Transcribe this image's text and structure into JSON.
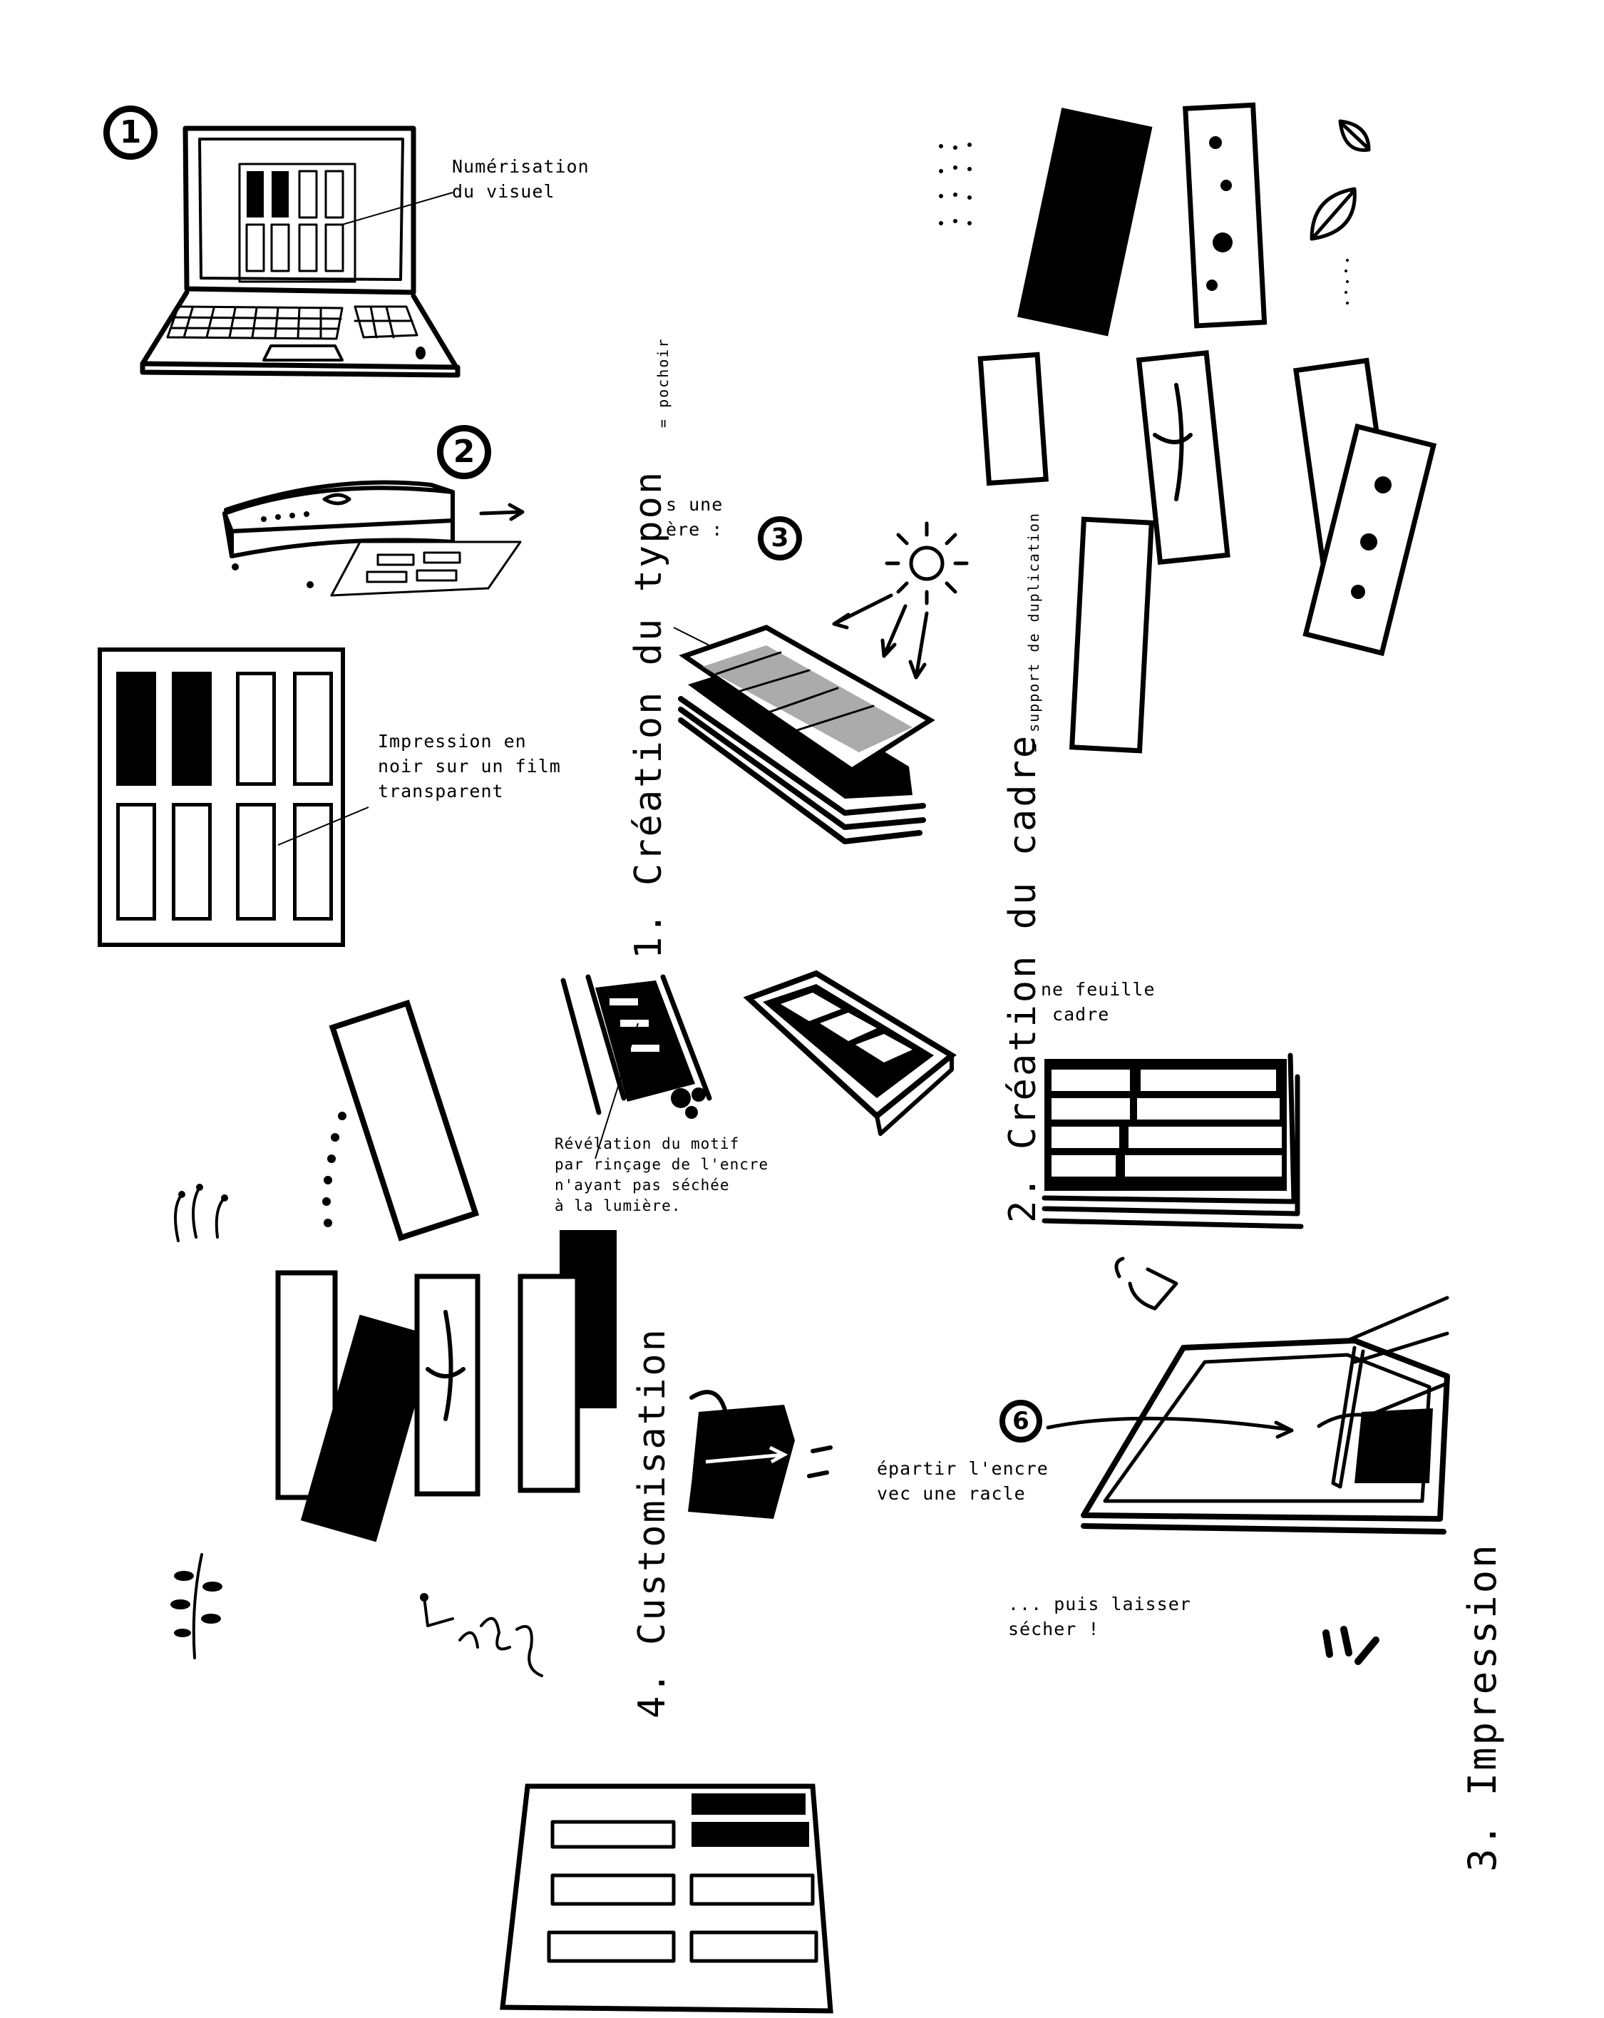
{
  "steps": {
    "badge_1": "1",
    "badge_2": "2",
    "badge_3": "3",
    "badge_6": "6"
  },
  "sections": {
    "section_1": {
      "title": "1. Création du typon",
      "subtitle": "= pochoir"
    },
    "section_2": {
      "title": "2. Création du cadre",
      "subtitle": "= support de duplication"
    },
    "section_3": {
      "title": "3. Impression"
    },
    "section_4": {
      "title": "4. Customisation"
    }
  },
  "notes": {
    "scan": "Numérisation\ndu visuel",
    "print_film": "Impression en\nnoir sur un film\ntransparent",
    "exposure_partial": "s une\nère :",
    "reveal": "Révélation du motif\npar rinçage de l'encre\nn'ayant pas séchée\nà la lumière.",
    "frame_partial": "ne feuille\n cadre",
    "squeegee_partial": "épartir l'encre\nvec une racle",
    "dry": "... puis laisser\nsécher !"
  },
  "illustrations": {
    "laptop": "laptop-illustration",
    "printer": "printer-illustration",
    "film_sheet": "film-sheet-illustration",
    "exposure": "uv-exposure-illustration",
    "screen_frame": "screen-frame-illustration",
    "squeegee": "squeegee-print-illustration",
    "bookmarks": "bookmarks-illustration",
    "final_sheet": "final-sheet-illustration"
  }
}
